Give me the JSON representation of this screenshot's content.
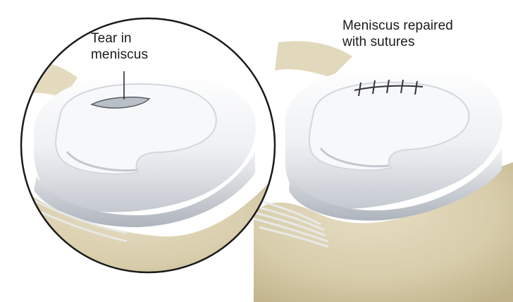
{
  "labels": {
    "tear": {
      "line1": "Tear in",
      "line2": "meniscus"
    },
    "repaired": {
      "line1": "Meniscus repaired",
      "line2": "with sutures"
    }
  },
  "colors": {
    "bone": "#d9cfb0",
    "bone_shadow": "#c7bb95",
    "meniscus": "#f4f4f6",
    "meniscus_shade": "#c8ccd2",
    "outline": "#222222",
    "suture": "#333333"
  }
}
